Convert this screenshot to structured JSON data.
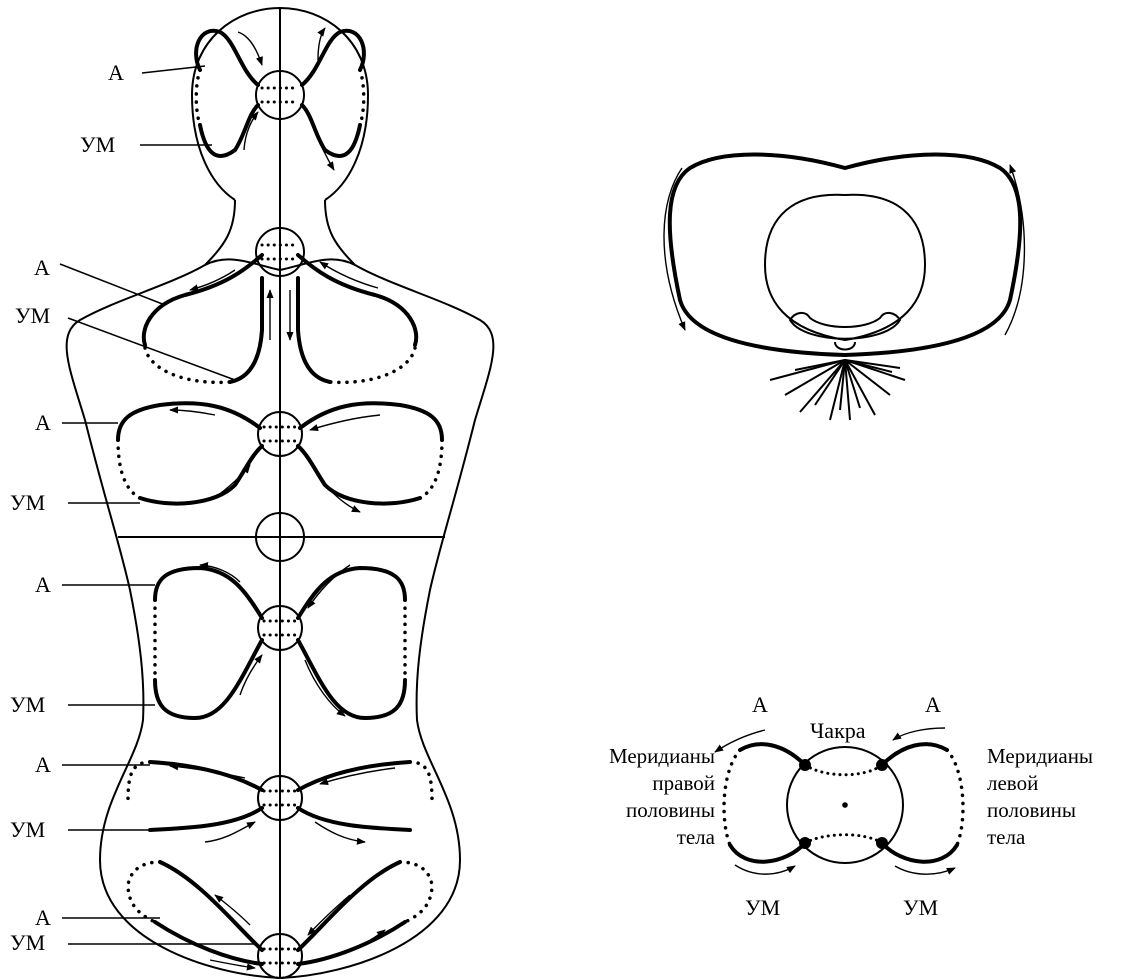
{
  "labels": {
    "a": "А",
    "um": "УМ",
    "chakra": "Чакра",
    "right_side": [
      "Меридианы",
      "правой",
      "половины",
      "тела"
    ],
    "left_side": [
      "Меридианы",
      "левой",
      "половины",
      "тела"
    ]
  },
  "colors": {
    "ink": "#000000",
    "background": "#ffffff"
  }
}
